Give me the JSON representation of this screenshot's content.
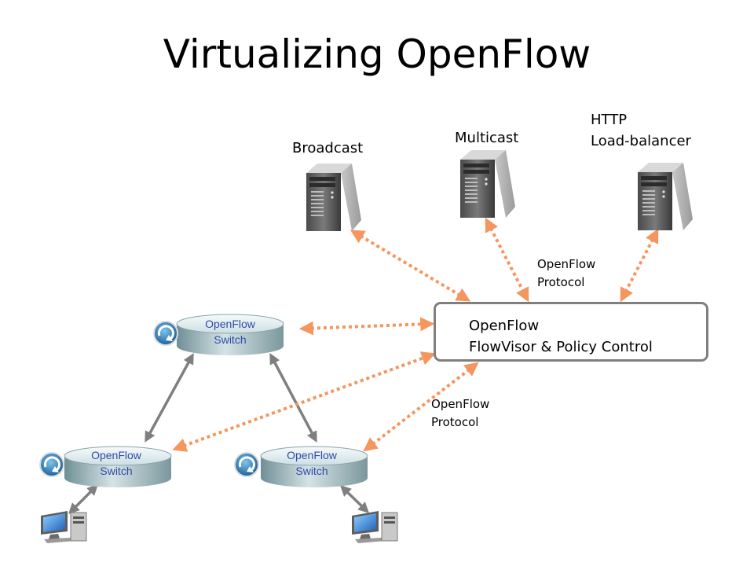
{
  "title": "Virtualizing OpenFlow",
  "servers": [
    {
      "label": "Broadcast"
    },
    {
      "label": "Multicast"
    },
    {
      "label_lines": [
        "HTTP",
        "Load-balancer"
      ]
    }
  ],
  "protocol_labels": [
    {
      "lines": [
        "OpenFlow",
        "Protocol"
      ]
    },
    {
      "lines": [
        "OpenFlow",
        "Protocol"
      ]
    }
  ],
  "controller": {
    "lines": [
      "OpenFlow",
      "FlowVisor & Policy Control"
    ]
  },
  "switches": [
    {
      "lines": [
        "OpenFlow",
        "Switch"
      ]
    },
    {
      "lines": [
        "OpenFlow",
        "Switch"
      ]
    },
    {
      "lines": [
        "OpenFlow",
        "Switch"
      ]
    }
  ],
  "colors": {
    "openflow_link": "#f4965e",
    "physical_link": "#7f7f7f",
    "switch_label": "#2e4aa8",
    "controller_border": "#7f7f7f"
  },
  "icons": {
    "server": "server-tower-icon",
    "switch": "router-switch-icon",
    "host": "desktop-computer-icon"
  }
}
